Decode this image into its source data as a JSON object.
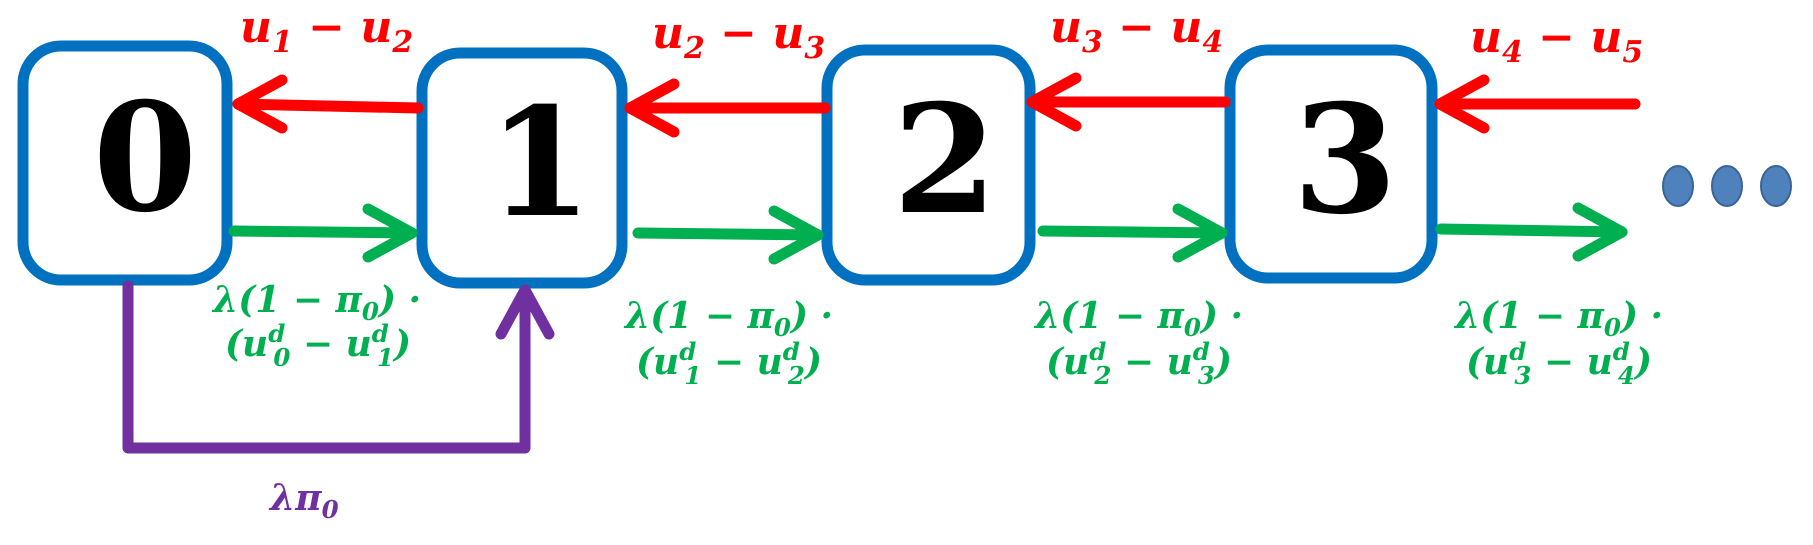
{
  "colors": {
    "box_border": "#0070c0",
    "forward_arrow": "#ff0000",
    "backward_arrow": "#00b050",
    "skip_arrow": "#7030a0",
    "ellipsis_dots": "#4f81bd"
  },
  "states": [
    "0",
    "1",
    "2",
    "3"
  ],
  "red_labels": [
    {
      "a": "u",
      "a_sub": "1",
      "op": " − ",
      "b": "u",
      "b_sub": "2"
    },
    {
      "a": "u",
      "a_sub": "2",
      "op": " − ",
      "b": "u",
      "b_sub": "3"
    },
    {
      "a": "u",
      "a_sub": "3",
      "op": " − ",
      "b": "u",
      "b_sub": "4"
    },
    {
      "a": "u",
      "a_sub": "4",
      "op": " − ",
      "b": "u",
      "b_sub": "5"
    }
  ],
  "green_labels": [
    {
      "line1_pre": "λ(1 − π",
      "line1_sub": "0",
      "line1_post": ") ·",
      "open": "(",
      "a": "u",
      "a_sup": "d",
      "a_sub": "0",
      "op": " − ",
      "b": "u",
      "b_sup": "d",
      "b_sub": "1",
      "close": ")"
    },
    {
      "line1_pre": "λ(1 − π",
      "line1_sub": "0",
      "line1_post": ") ·",
      "open": "(",
      "a": "u",
      "a_sup": "d",
      "a_sub": "1",
      "op": " − ",
      "b": "u",
      "b_sup": "d",
      "b_sub": "2",
      "close": ")"
    },
    {
      "line1_pre": "λ(1 − π",
      "line1_sub": "0",
      "line1_post": ") ·",
      "open": "(",
      "a": "u",
      "a_sup": "d",
      "a_sub": "2",
      "op": " − ",
      "b": "u",
      "b_sup": "d",
      "b_sub": "3",
      "close": ")"
    },
    {
      "line1_pre": "λ(1 − π",
      "line1_sub": "0",
      "line1_post": ") ·",
      "open": "(",
      "a": "u",
      "a_sup": "d",
      "a_sub": "3",
      "op": " − ",
      "b": "u",
      "b_sup": "d",
      "b_sub": "4",
      "close": ")"
    }
  ],
  "skip_label": {
    "pre": "λπ",
    "sub": "0"
  },
  "ellipsis": {
    "count": 3
  }
}
